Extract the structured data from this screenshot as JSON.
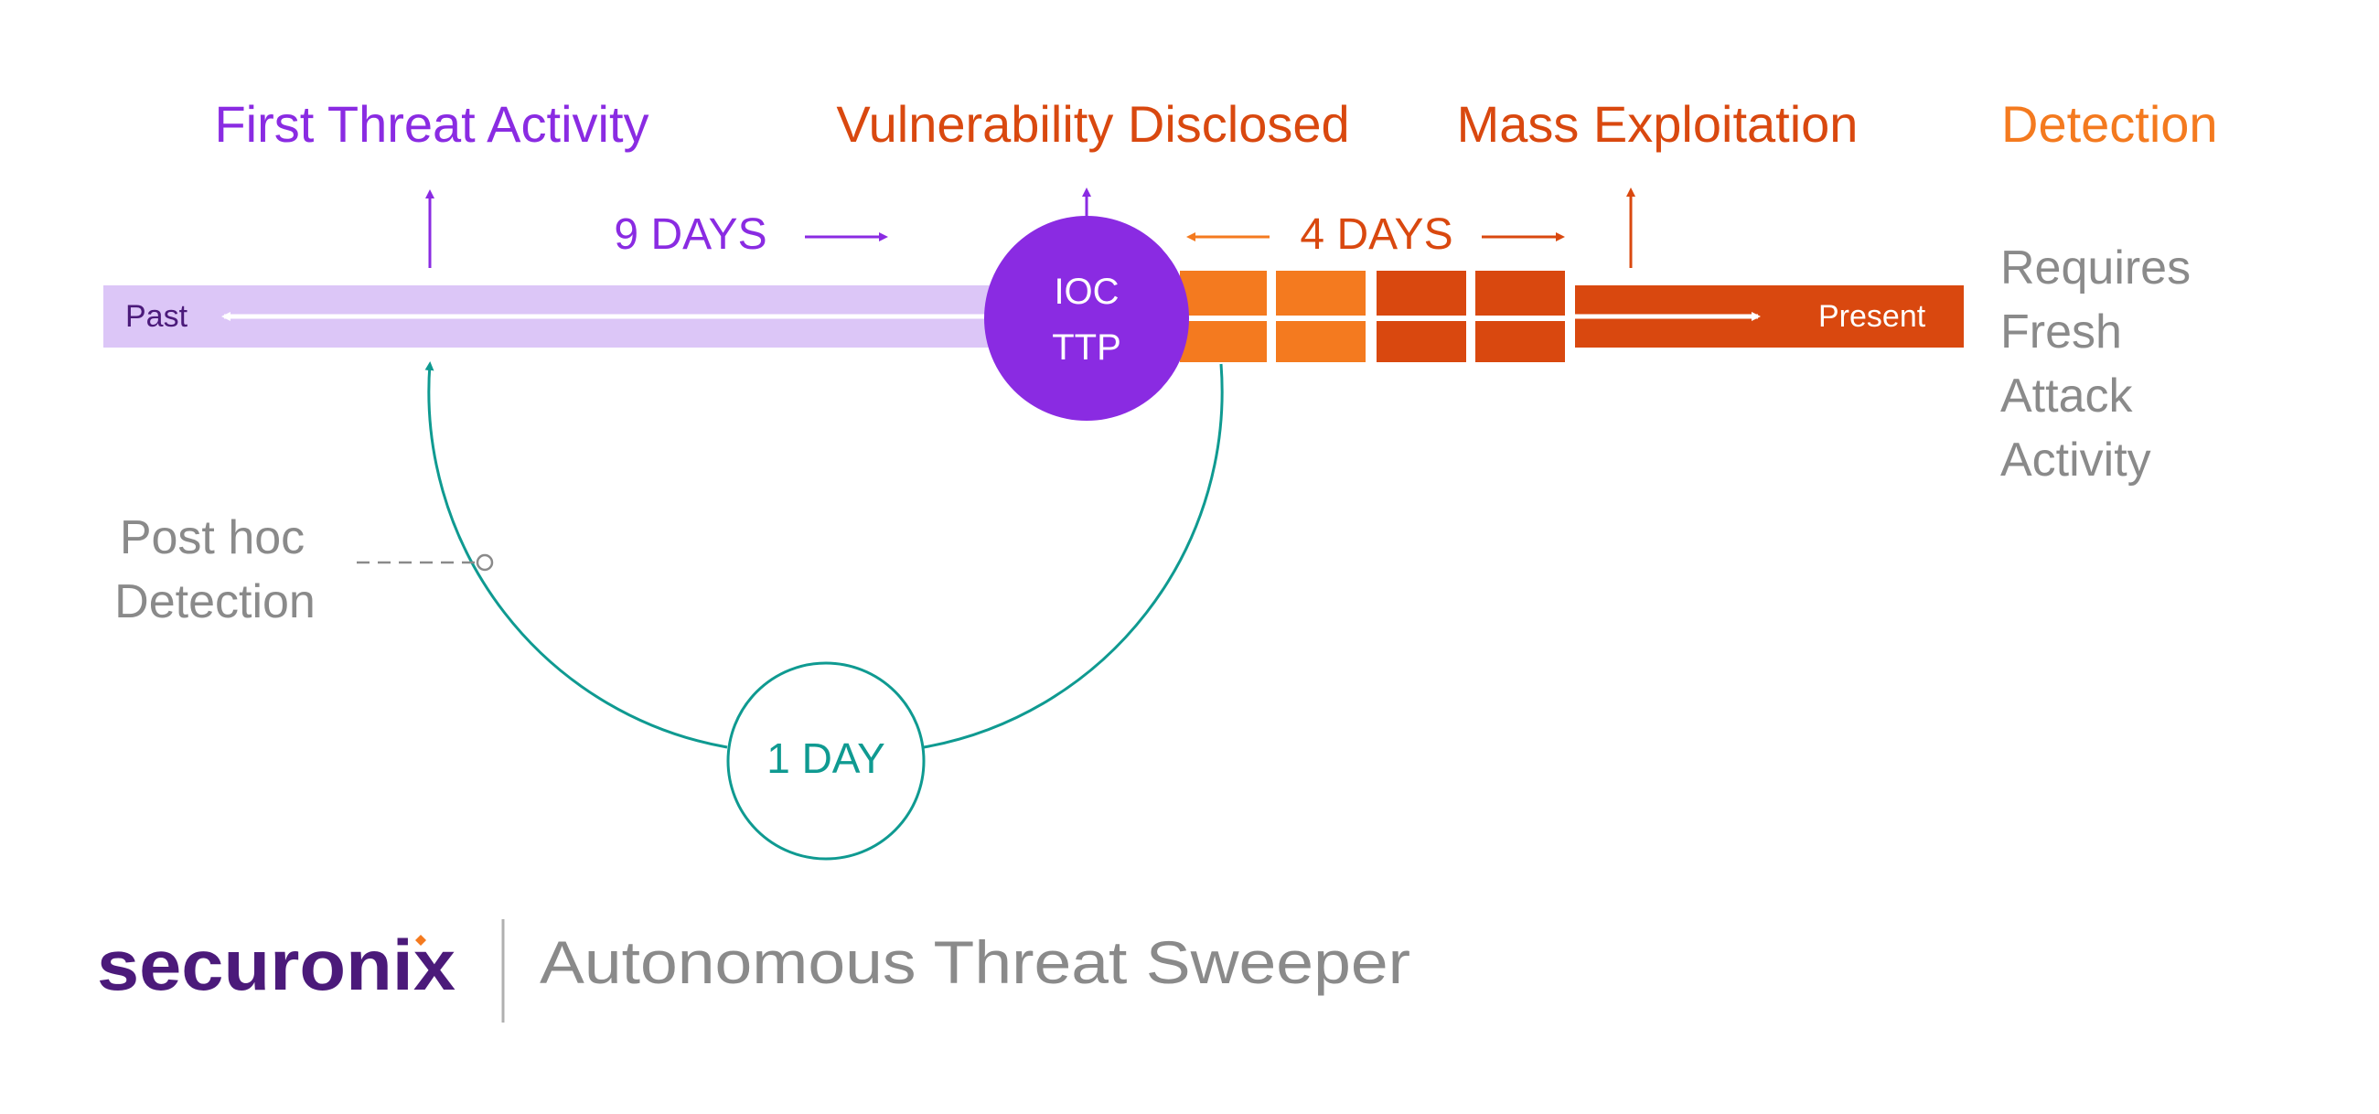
{
  "labels": {
    "first_threat_activity": "First Threat Activity",
    "vulnerability_disclosed": "Vulnerability Disclosed",
    "mass_exploitation": "Mass Exploitation",
    "detection": "Detection"
  },
  "durations": {
    "nine_days": "9 DAYS",
    "four_days": "4 DAYS",
    "one_day": "1 DAY"
  },
  "timeline": {
    "past": "Past",
    "present": "Present"
  },
  "ioc_circle": {
    "line1": "IOC",
    "line2": "TTP"
  },
  "requires_note": [
    "Requires",
    "Fresh",
    "Attack",
    "Activity"
  ],
  "post_hoc": [
    "Post hoc",
    "Detection"
  ],
  "brand": {
    "logo": "securonix",
    "product": "Autonomous Threat Sweeper"
  },
  "colors": {
    "purple": "#8a2be2",
    "light_purple": "#dcc6f7",
    "dark_purple": "#4b1a7a",
    "red_orange": "#d9480f",
    "orange": "#f47a1f",
    "teal": "#0f9a91",
    "gray": "#8a8a8a"
  }
}
